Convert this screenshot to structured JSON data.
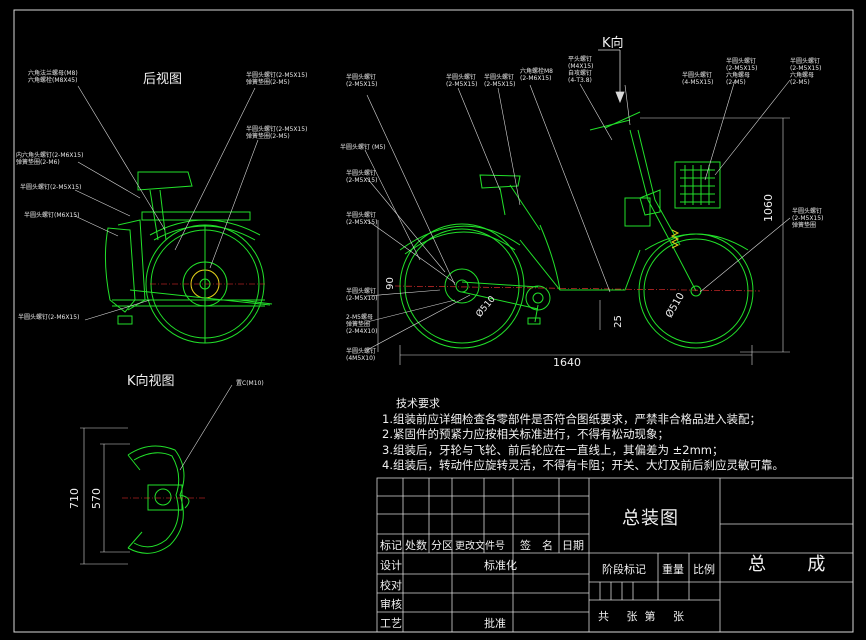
{
  "view_titles": {
    "rear": "后视图",
    "k_view": "K向视图",
    "k_arrow": "K向"
  },
  "rear_labels": [
    "六角法兰螺母(M8)\n六角螺栓(M8X45)",
    "半圆头螺钉(2-M5X15)\n弹簧垫圈(2-M5)",
    "半圆头螺钉(2-M5X15)\n弹簧垫圈(2-M5)",
    "内六角头螺钉(2-M6X15)\n弹簧垫圈(2-M6)",
    "半圆头螺钉(2-M5X15)",
    "半圆头螺钉(M6X15)",
    "半圆头螺钉(2-M6X15)"
  ],
  "side_labels": [
    "半圆头螺钉\n(2-M5X15)",
    "半圆头螺钉\n(2-M5X15)",
    "半圆头螺钉\n(2-M5X15)",
    "六角螺栓M8\n(2-M6X15)",
    "平头螺钉\n(M4X15)\n自攻螺钉\n(4-T3.8)",
    "半圆头螺钉\n(4-M5X15)",
    "半圆头螺钉\n(2-M5X15)\n六角螺母\n(2-M5)",
    "半圆头螺钉\n(2-M5X15)\n六角螺母\n(2-M5)",
    "半圆头螺钉 (M5)",
    "半圆头螺钉\n(2-M5X15)",
    "半圆头螺钉\n(2-M5X15)",
    "半圆头螺钉\n(2-M5X10)",
    "2-M5螺母\n弹簧垫圈\n(2-M4X10)",
    "半圆头螺钉\n(4M5X10)",
    "半圆头螺钉\n(2-M5X15)\n弹簧垫圈"
  ],
  "k_label": "置C(M10)",
  "dimensions": {
    "length": "1640",
    "height": "1060",
    "wheel_rear": "Ø510",
    "wheel_front": "Ø510",
    "left_90": "90",
    "mid_25": "25",
    "k_710": "710",
    "k_570": "570"
  },
  "notes": {
    "title": "技术要求",
    "items": [
      "1.组装前应详细检查各零部件是否符合图纸要求，严禁非合格品进入装配；",
      "2.紧固件的预紧力应按相关标准进行，不得有松动现象；",
      "3.组装后，牙轮与飞轮、前后轮应在一直线上，其偏差为 ±2mm；",
      "4.组装后，转动件应旋转灵活，不得有卡阻；开关、大灯及前后刹应灵敏可靠。"
    ]
  },
  "title_block": {
    "drawing_name": "总装图",
    "assembly": "总      成",
    "header_cells": [
      "标记",
      "处数",
      "分区",
      "更改文件号",
      "签",
      "名",
      "日期"
    ],
    "rows": [
      "设计",
      "校对",
      "审核",
      "工艺"
    ],
    "standardization": "标准化",
    "approve": "批准",
    "stage_mark": "阶段标记",
    "weight": "重量",
    "scale": "比例",
    "sheet_info": "共     张  第     张"
  },
  "colors": {
    "line_green": "#22e02a",
    "dim_white": "#e8e8e8",
    "accent_yellow": "#e5d31a",
    "center_red": "#ff3333",
    "frame_white": "#d9d9d9"
  }
}
